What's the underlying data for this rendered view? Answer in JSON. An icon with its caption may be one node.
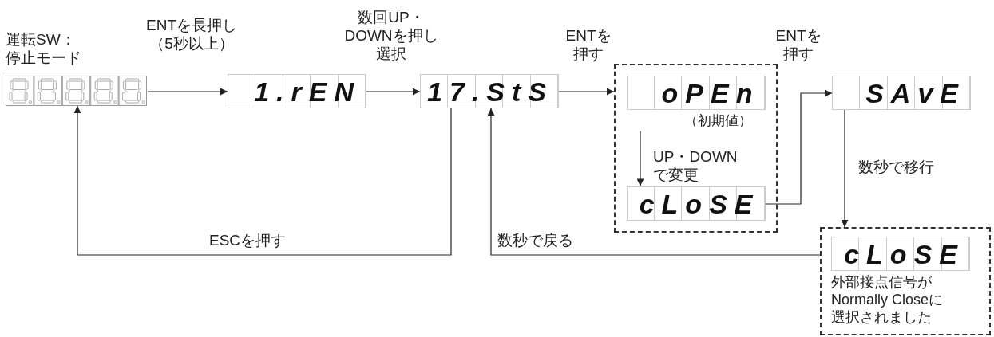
{
  "diagram": {
    "nodes": [
      {
        "text": [
          "運転SW：停止モード"
        ]
      },
      {
        "text": [
          "1.rEN"
        ]
      },
      {
        "text": [
          "17.StS"
        ]
      },
      {
        "text": [],
        "shape": "box"
      },
      {
        "text": [
          "oPEn",
          "（初期値）"
        ],
        "in": 3
      },
      {
        "text": [
          "cLoSE"
        ],
        "in": 3
      },
      {
        "text": [
          "SAvE"
        ]
      },
      {
        "text": [
          "cLoSE",
          "外部接点信号がNormally Closeに選択されました"
        ]
      }
    ],
    "edges": [
      {
        "from": 0,
        "to": 1,
        "arrow": "to",
        "label": "ENTを長押し（5秒以上）"
      },
      {
        "from": 1,
        "to": 2,
        "arrow": "to",
        "label": "数回UP・DOWNを押し選択"
      },
      {
        "from": 2,
        "to": 3,
        "arrow": "to",
        "label": "ENTを押す"
      },
      {
        "from": 4,
        "to": 5,
        "arrow": "to",
        "label": "UP・DOWNで変更"
      },
      {
        "from": 5,
        "to": 6,
        "arrow": "to",
        "label": "ENTを押す"
      },
      {
        "from": 6,
        "to": 7,
        "arrow": "to",
        "label": "数秒で移行"
      },
      {
        "from": 2,
        "to": 0,
        "arrow": "to",
        "label": "ESCを押す"
      },
      {
        "from": 7,
        "to": 2,
        "arrow": "to",
        "label": "数秒で戻る"
      }
    ]
  }
}
